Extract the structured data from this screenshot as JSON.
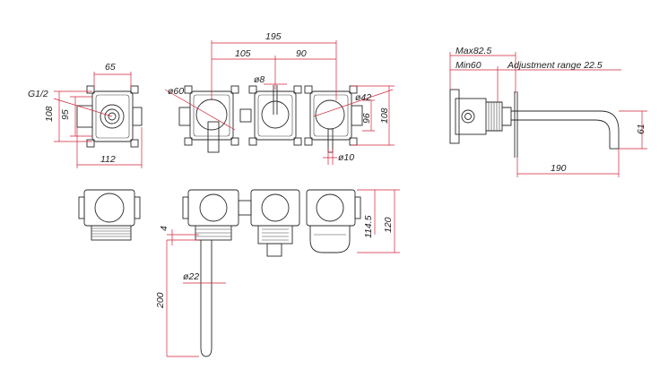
{
  "dimensions": {
    "d_65": "65",
    "d_g12": "G1/2",
    "d_108_left": "108",
    "d_95": "95",
    "d_112": "112",
    "d_195": "195",
    "d_105": "105",
    "d_90": "90",
    "d_phi8": "ø8",
    "d_phi60": "ø60",
    "d_phi42": "ø42",
    "d_96": "96",
    "d_108_right": "108",
    "d_phi10": "ø10",
    "d_max": "Max82.5",
    "d_min": "Min60",
    "d_adj": "Adjustment range 22.5",
    "d_61": "61",
    "d_190": "190",
    "d_4": "4",
    "d_114_5": "114.5",
    "d_120": "120",
    "d_phi22": "ø22",
    "d_200": "200"
  }
}
